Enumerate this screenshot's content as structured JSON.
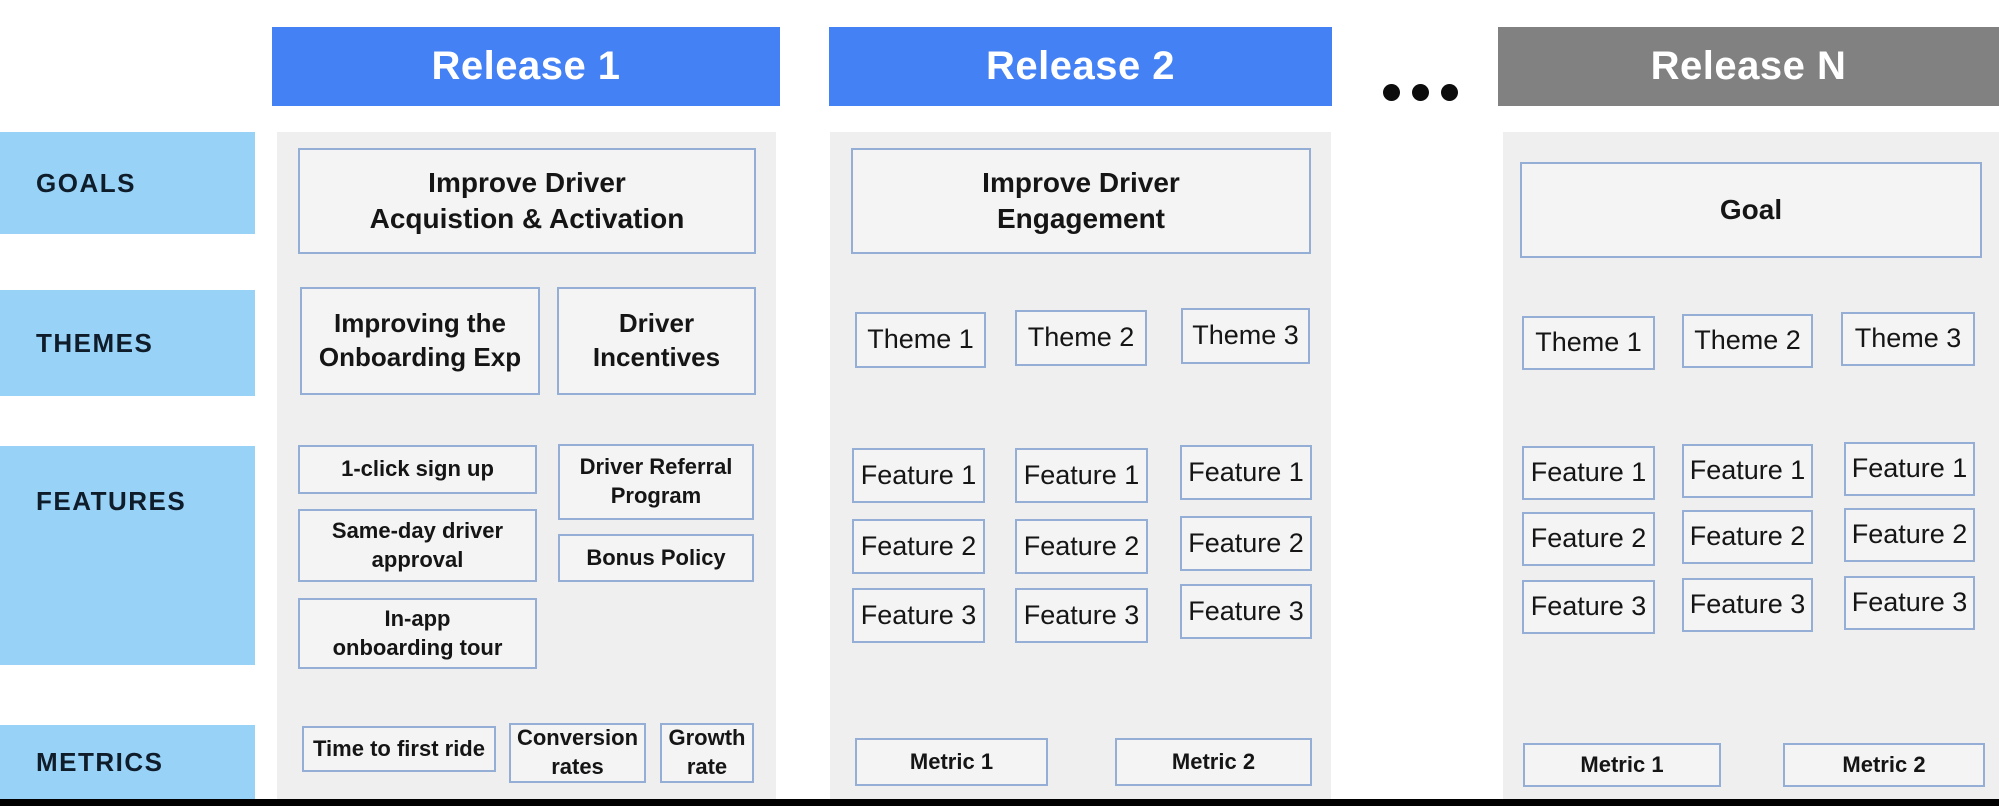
{
  "colors": {
    "header_blue": "#4381F5",
    "header_gray": "#818181",
    "sidebar_blue": "#99D2F7",
    "panel_gray": "#EFEFEF",
    "box_fill": "#F4F4F4",
    "box_border": "#94AED6",
    "divider_black": "#000000",
    "text_dark": "#151515"
  },
  "sidebar": {
    "rows": [
      "GOALS",
      "THEMES",
      "FEATURES",
      "METRICS"
    ]
  },
  "separator": {
    "dot_count": 3
  },
  "release1": {
    "title": "Release 1",
    "goal": "Improve Driver\nAcquistion & Activation",
    "themes": [
      "Improving the\nOnboarding Exp",
      "Driver\nIncentives"
    ],
    "features_col1": [
      "1-click sign up",
      "Same-day driver\napproval",
      "In-app\nonboarding tour"
    ],
    "features_col2": [
      "Driver Referral\nProgram",
      "Bonus Policy"
    ],
    "metrics": [
      "Time to first ride",
      "Conversion\nrates",
      "Growth\nrate"
    ]
  },
  "release2": {
    "title": "Release 2",
    "goal": "Improve Driver\nEngagement",
    "themes": [
      "Theme 1",
      "Theme 2",
      "Theme 3"
    ],
    "features": [
      [
        "Feature 1",
        "Feature 1",
        "Feature 1"
      ],
      [
        "Feature 2",
        "Feature 2",
        "Feature 2"
      ],
      [
        "Feature 3",
        "Feature 3",
        "Feature 3"
      ]
    ],
    "metrics": [
      "Metric 1",
      "Metric 2"
    ]
  },
  "releaseN": {
    "title": "Release N",
    "goal": "Goal",
    "themes": [
      "Theme 1",
      "Theme 2",
      "Theme 3"
    ],
    "features": [
      [
        "Feature 1",
        "Feature 1",
        "Feature 1"
      ],
      [
        "Feature 2",
        "Feature 2",
        "Feature 2"
      ],
      [
        "Feature 3",
        "Feature 3",
        "Feature 3"
      ]
    ],
    "metrics": [
      "Metric 1",
      "Metric 2"
    ]
  }
}
